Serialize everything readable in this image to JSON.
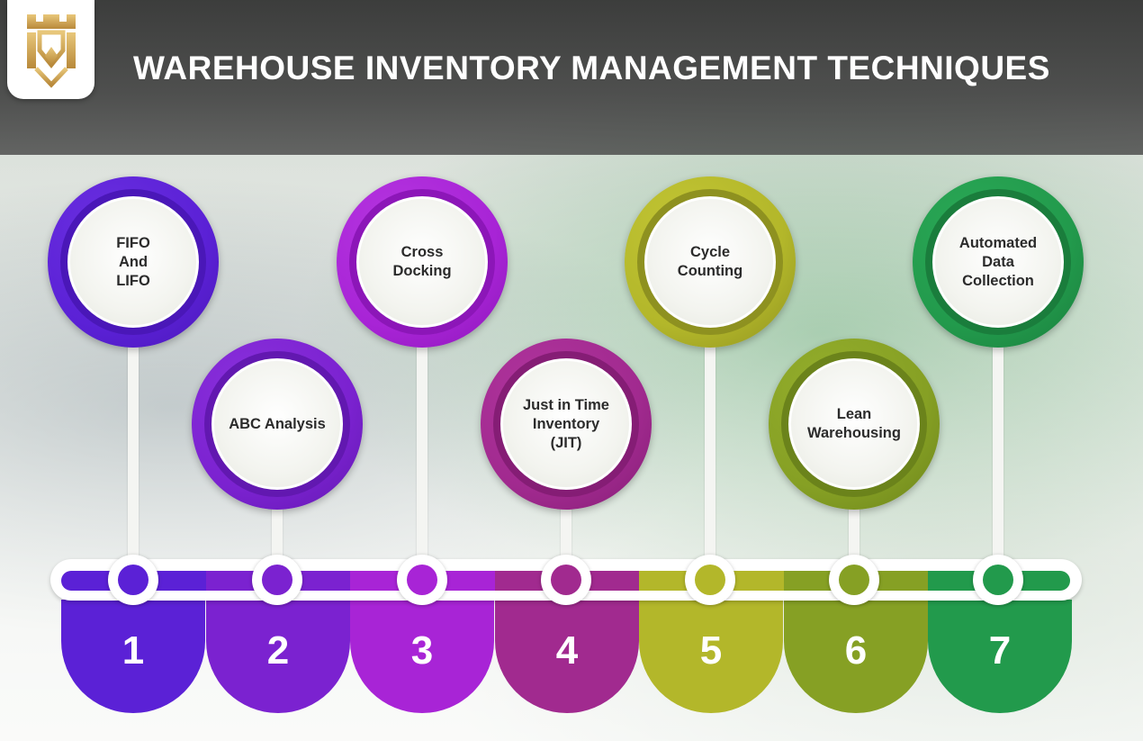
{
  "title": "WAREHOUSE INVENTORY MANAGEMENT TECHNIQUES",
  "steps": [
    {
      "number": "1",
      "label": "FIFO\nAnd\nLIFO",
      "color": "#5b21d6",
      "ring": "#6a2fe0",
      "dark": "#4a17b8"
    },
    {
      "number": "2",
      "label": "ABC Analysis",
      "color": "#7b22d0",
      "ring": "#8a30dc",
      "dark": "#6218b0"
    },
    {
      "number": "3",
      "label": "Cross\nDocking",
      "color": "#a824d6",
      "ring": "#b535e0",
      "dark": "#8c16b8"
    },
    {
      "number": "4",
      "label": "Just in Time\nInventory\n(JIT)",
      "color": "#a12a8f",
      "ring": "#b0349d",
      "dark": "#851d75"
    },
    {
      "number": "5",
      "label": "Cycle\nCounting",
      "color": "#b3b72a",
      "ring": "#c2c534",
      "dark": "#8e9120"
    },
    {
      "number": "6",
      "label": "Lean\nWarehousing",
      "color": "#86a024",
      "ring": "#94ae2c",
      "dark": "#6b831b"
    },
    {
      "number": "7",
      "label": "Automated\nData\nCollection",
      "color": "#229a4c",
      "ring": "#2aa856",
      "dark": "#1a7d3c"
    }
  ]
}
